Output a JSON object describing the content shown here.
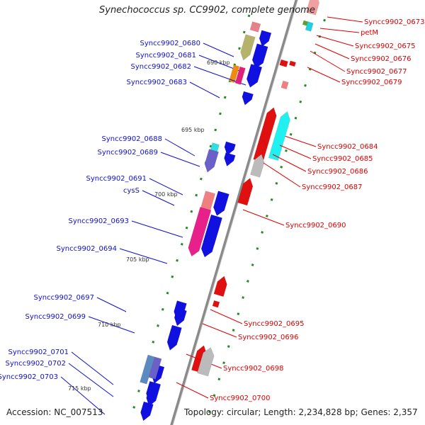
{
  "title": "Synechococcus sp. CC9902, complete genome",
  "accession": "Accession: NC_007513",
  "summary": "Topology: circular; Length: 2,234,828 bp; Genes: 2,357",
  "colors": {
    "forward_label": "#1010cc",
    "reverse_label": "#dd0000",
    "backbone": "#8a8a8a",
    "tick_dots": "#228b22"
  },
  "ticks": [
    {
      "label": "690 kbp",
      "kbp": 690
    },
    {
      "label": "695 kbp",
      "kbp": 695
    },
    {
      "label": "700 kbp",
      "kbp": 700
    },
    {
      "label": "705 kbp",
      "kbp": 705
    },
    {
      "label": "710 kbp",
      "kbp": 710
    },
    {
      "label": "715 kbp",
      "kbp": 715
    }
  ],
  "forward_genes": [
    {
      "name": "Syncc9902_0680",
      "color": "#e8808a"
    },
    {
      "name": "Syncc9902_0681",
      "color": "#b5b36a"
    },
    {
      "name": "Syncc9902_0682",
      "color": "#f08a10"
    },
    {
      "name": "Syncc9902_0683",
      "color": "#e0207a"
    },
    {
      "name": "Syncc9902_0688",
      "color": "#30e0e0"
    },
    {
      "name": "Syncc9902_0689",
      "color": "#6a60c8"
    },
    {
      "name": "Syncc9902_0691",
      "color": "#1010e0"
    },
    {
      "name": "cysS",
      "color": "#f08080"
    },
    {
      "name": "Syncc9902_0693",
      "color": "#e8208a"
    },
    {
      "name": "Syncc9902_0694",
      "color": "#1010e0"
    },
    {
      "name": "Syncc9902_0697",
      "color": "#1010e0"
    },
    {
      "name": "Syncc9902_0699",
      "color": "#1010e0"
    },
    {
      "name": "Syncc9902_0701",
      "color": "#5a8ac0"
    },
    {
      "name": "Syncc9902_0702",
      "color": "#6a60c8"
    },
    {
      "name": "Syncc9902_0703",
      "color": "#1010e0"
    }
  ],
  "reverse_genes": [
    {
      "name": "Syncc9902_0673",
      "color": "#f0a0a0"
    },
    {
      "name": "petM",
      "color": "#60a030"
    },
    {
      "name": "Syncc9902_0675",
      "color": "#20d0e0"
    },
    {
      "name": "Syncc9902_0676",
      "color": "#e01010"
    },
    {
      "name": "Syncc9902_0677",
      "color": "#e01010"
    },
    {
      "name": "Syncc9902_0679",
      "color": "#f08080"
    },
    {
      "name": "Syncc9902_0684",
      "color": "#e01010"
    },
    {
      "name": "Syncc9902_0685",
      "color": "#20f0f0"
    },
    {
      "name": "Syncc9902_0686",
      "color": "#e01010"
    },
    {
      "name": "Syncc9902_0687",
      "color": "#bbbbbb"
    },
    {
      "name": "Syncc9902_0690",
      "color": "#e01010"
    },
    {
      "name": "Syncc9902_0695",
      "color": "#e01010"
    },
    {
      "name": "Syncc9902_0696",
      "color": "#e01010"
    },
    {
      "name": "Syncc9902_0698",
      "color": "#e01010"
    },
    {
      "name": "Syncc9902_0700",
      "color": "#bbbbbb"
    }
  ]
}
